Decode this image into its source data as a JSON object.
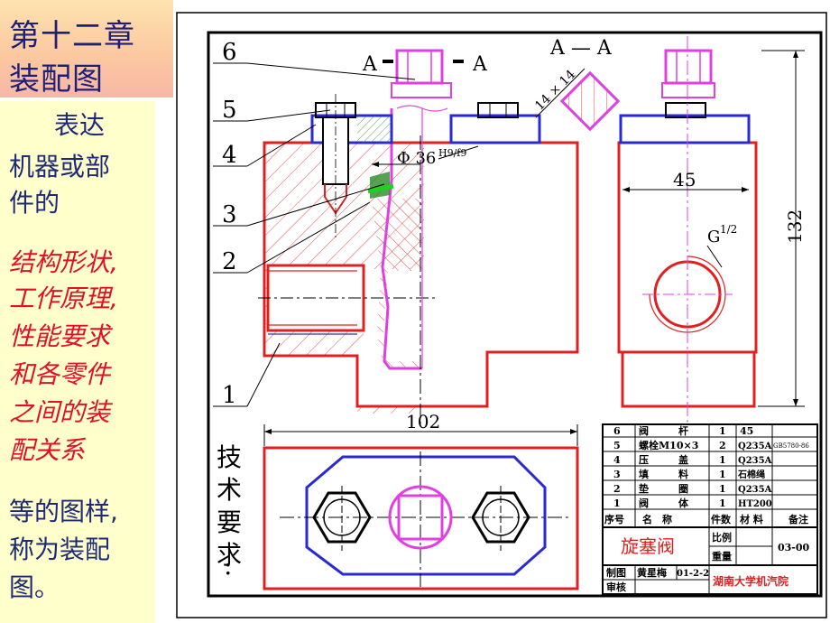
{
  "title": {
    "line1": "第十二章",
    "line2": "装配图"
  },
  "sidebar": {
    "lines_intro": [
      "表达",
      "机器或部",
      "件的"
    ],
    "lines_emph": [
      "结构形状,",
      "工作原理,",
      "性能要求",
      "和各零件",
      "之间的装",
      "配关系"
    ],
    "lines_outro": [
      "等的图样,",
      "称为装配",
      "图。"
    ]
  },
  "drawing": {
    "section_label_left": "A",
    "section_label_right": "A",
    "section_view_label": "A — A",
    "part_numbers": [
      "6",
      "5",
      "4",
      "3",
      "2",
      "1"
    ],
    "dim_fit": "Φ 36",
    "dim_fit_sup": "H9/f9",
    "dim_width": "45",
    "dim_height": "132",
    "dim_length": "102",
    "dim_square": "14 × 14",
    "thread_label": "G",
    "thread_sup": "1/2",
    "tech_req": [
      "技",
      "术",
      "要",
      "求",
      ":"
    ]
  },
  "title_block": {
    "rows": [
      {
        "no": "6",
        "name": "阀　　　杆",
        "qty": "1",
        "mat": "45",
        "note": ""
      },
      {
        "no": "5",
        "name": "螺栓M10×3",
        "qty": "2",
        "mat": "Q235A",
        "note": "GB5780-86"
      },
      {
        "no": "4",
        "name": "压　　　盖",
        "qty": "1",
        "mat": "Q235A",
        "note": ""
      },
      {
        "no": "3",
        "name": "填　　　料",
        "qty": "1",
        "mat": "石棉绳",
        "note": ""
      },
      {
        "no": "2",
        "name": "垫　　　圈",
        "qty": "1",
        "mat": "Q235A",
        "note": ""
      },
      {
        "no": "1",
        "name": "阀　　　体",
        "qty": "1",
        "mat": "HT200",
        "note": ""
      }
    ],
    "header": {
      "no": "序号",
      "name": "名　称",
      "qty": "件数",
      "mat": "材 料",
      "note": "备注"
    },
    "part_name": "旋塞阀",
    "scale_label": "比例",
    "weight_label": "重量",
    "drawing_no": "03-00",
    "drawn_label": "制图",
    "drawn_by": "黄星梅",
    "drawn_date": "01-2-2",
    "check_label": "审核",
    "organization": "湖南大学机汽院"
  }
}
